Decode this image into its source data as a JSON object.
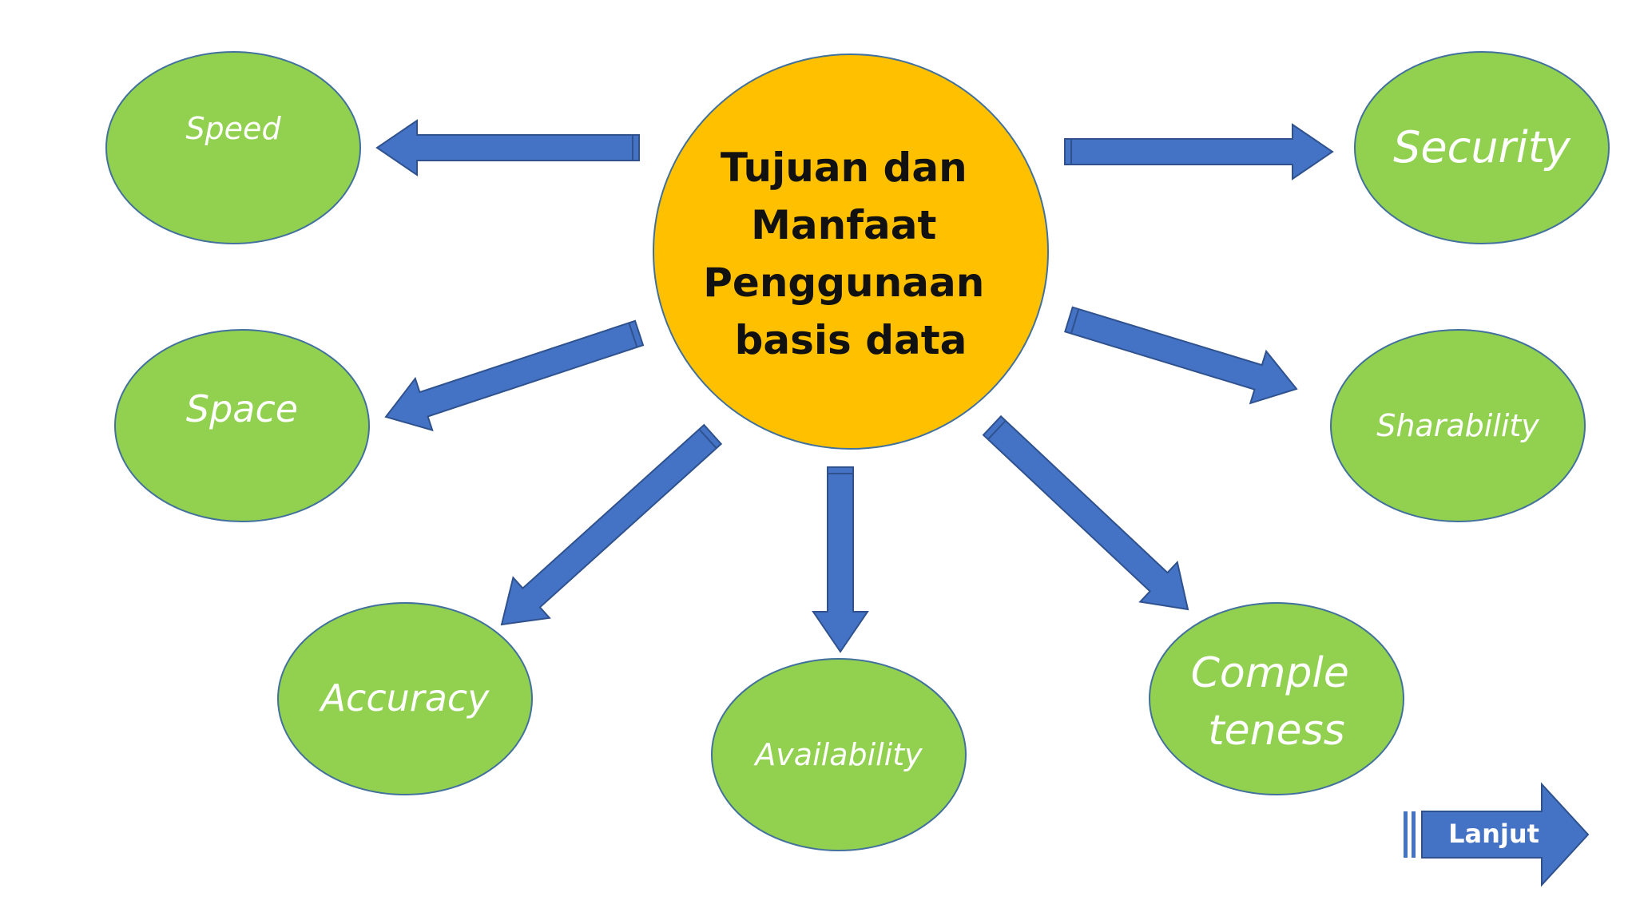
{
  "colors": {
    "background": "#ffffff",
    "center_fill": "#ffc000",
    "node_fill": "#92d050",
    "node_stroke": "#41719c",
    "arrow_fill": "#4472c4",
    "arrow_stroke": "#2f528f"
  },
  "center": {
    "lines": [
      "Tujuan dan",
      "Manfaat",
      "Penggunaan",
      "basis data"
    ]
  },
  "nodes": {
    "speed": "Speed",
    "security": "Security",
    "space": "Space",
    "sharability": "Sharability",
    "accuracy": "Accuracy",
    "availability": "Availability",
    "completeness": [
      "Comple",
      "teness"
    ]
  },
  "next_button": {
    "label": "Lanjut",
    "icon": "right-arrow-icon"
  }
}
